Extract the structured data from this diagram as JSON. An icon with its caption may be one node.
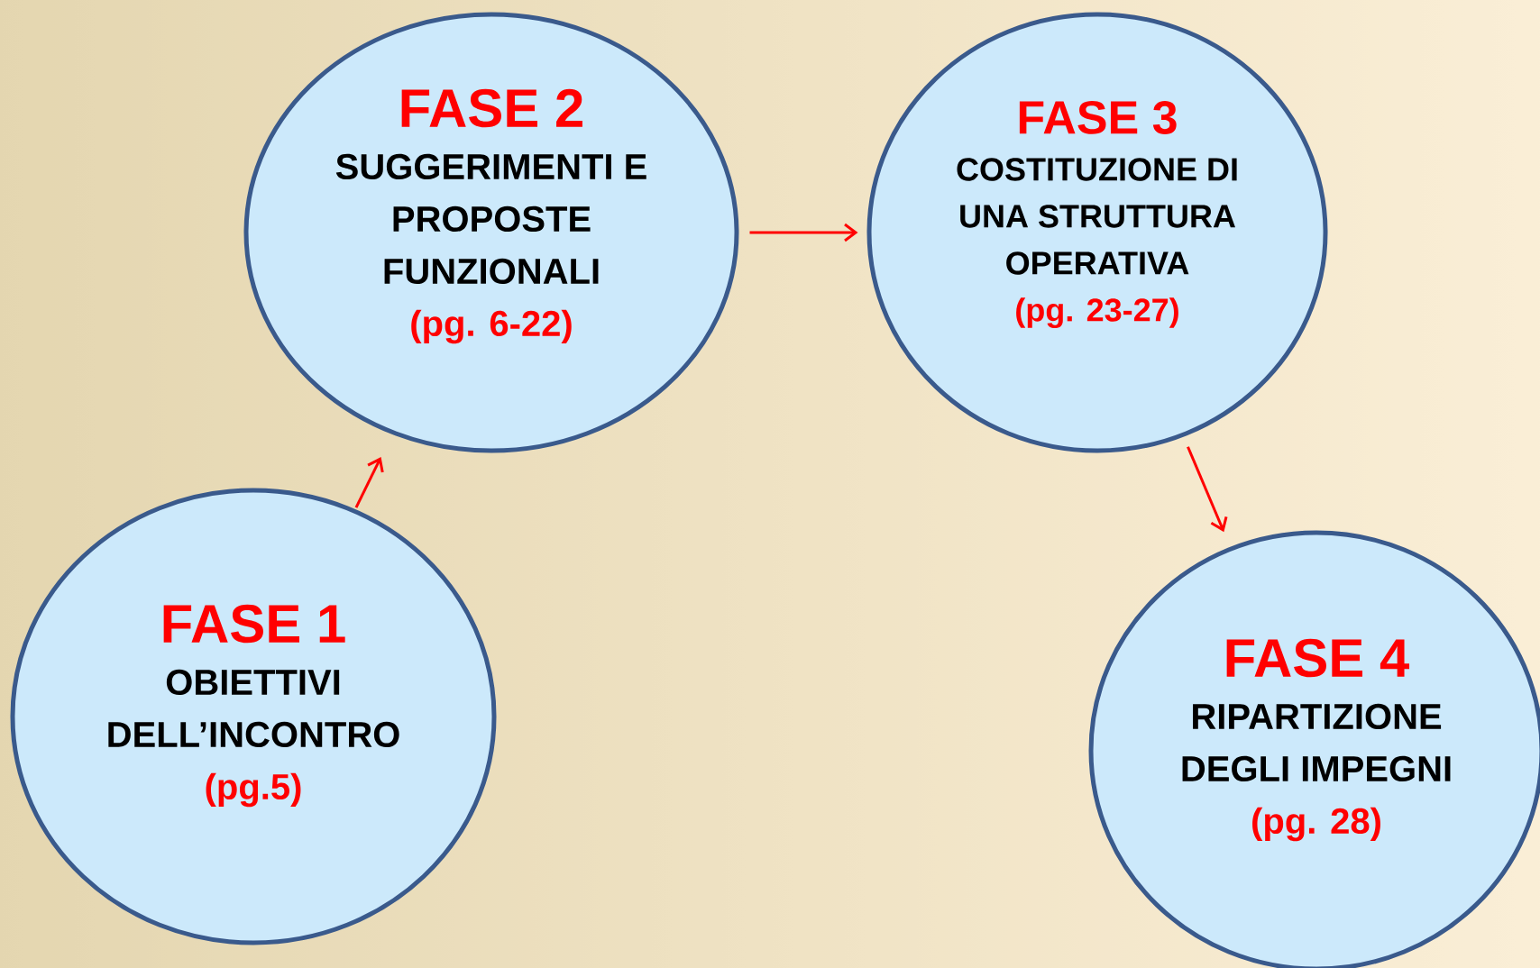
{
  "diagram": {
    "nodes": [
      {
        "text": [
          "FASE 1",
          "OBIETTIVI DELL’INCONTRO",
          "(pg.5)"
        ]
      },
      {
        "text": [
          "FASE 2",
          "SUGGERIMENTI E PROPOSTE FUNZIONALI",
          "(pg. 6-22)"
        ]
      },
      {
        "text": [
          "FASE 3",
          "COSTITUZIONE DI UNA STRUTTURA OPERATIVA",
          "(pg. 23-27)"
        ]
      },
      {
        "text": [
          "FASE 4",
          "RIPARTIZIONE DEGLI IMPEGNI",
          "(pg. 28)"
        ]
      }
    ],
    "edges": [
      {
        "from": 0,
        "to": 1,
        "arrow": "to"
      },
      {
        "from": 1,
        "to": 2,
        "arrow": "to"
      },
      {
        "from": 2,
        "to": 3,
        "arrow": "to"
      }
    ]
  }
}
